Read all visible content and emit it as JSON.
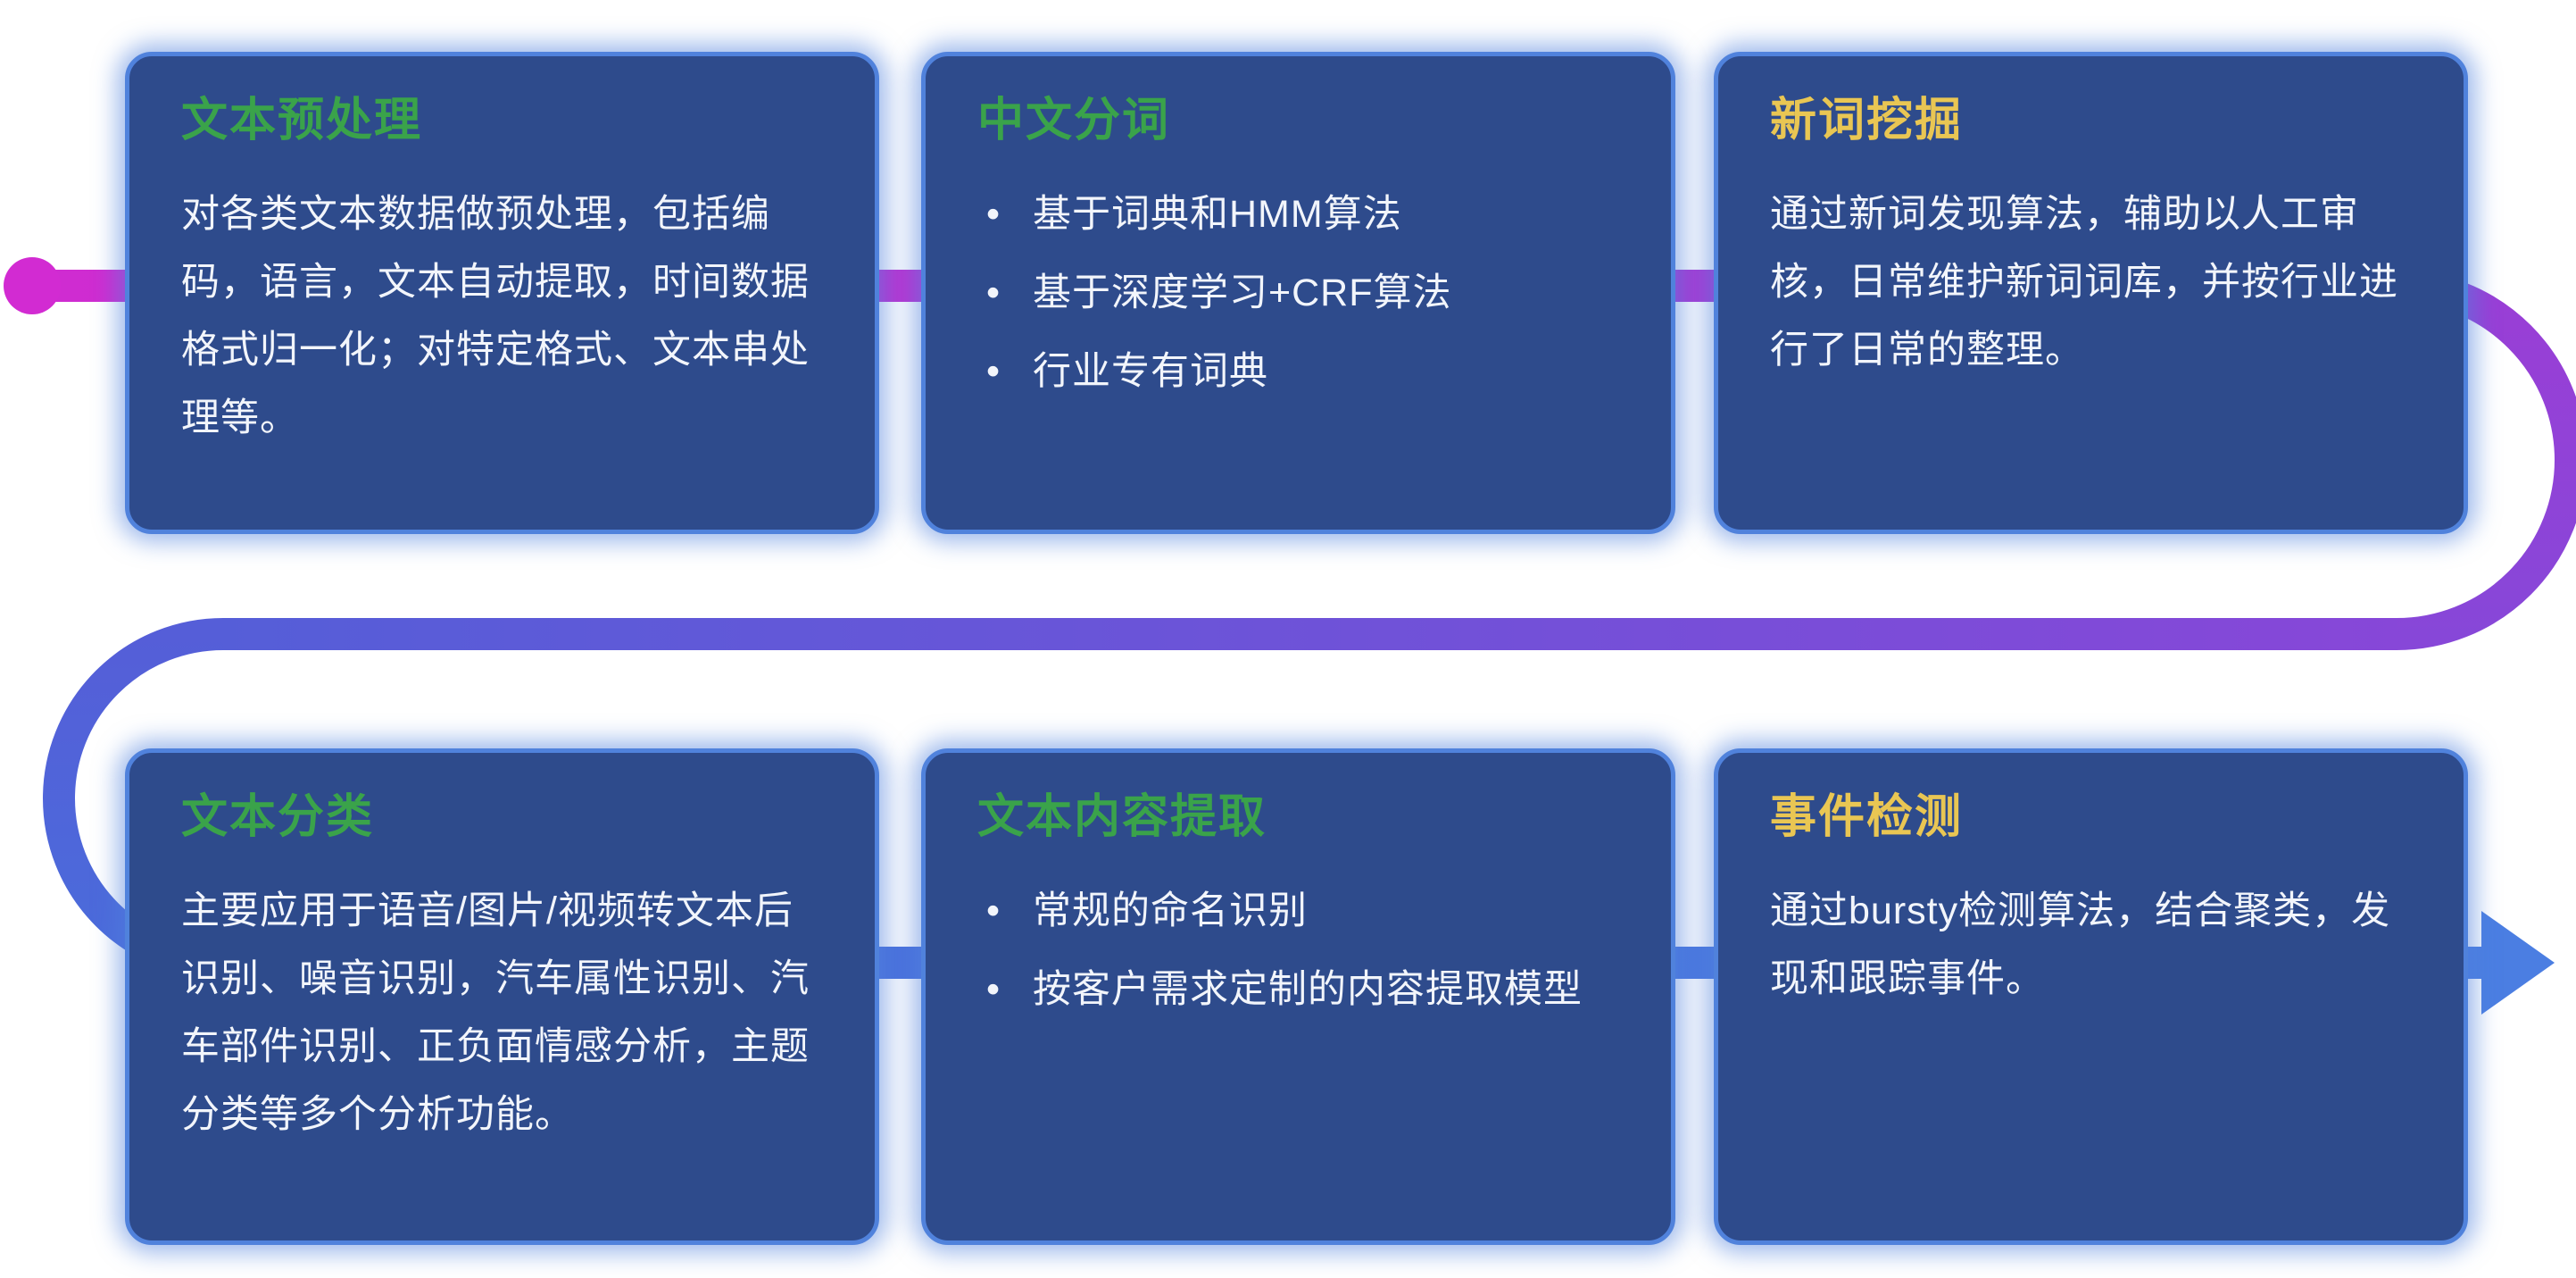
{
  "page": {
    "background_color": "#ffffff"
  },
  "flow": {
    "description": "s-shaped pipeline connector",
    "start_dot_color": "#d22bd2",
    "gradient_colors": {
      "magenta": "#d02cd1",
      "purple": "#8a46d8",
      "blue": "#4b7ee2"
    }
  },
  "cards": [
    {
      "title": "文本预处理",
      "title_color": "#3aa34a",
      "body": "对各类文本数据做预处理，包括编码，语言，文本自动提取，时间数据格式归一化；对特定格式、文本串处理等。"
    },
    {
      "title": "中文分词",
      "title_color": "#3aa34a",
      "bullets": [
        "基于词典和HMM算法",
        "基于深度学习+CRF算法",
        "行业专有词典"
      ]
    },
    {
      "title": "新词挖掘",
      "title_color": "#e9c653",
      "body": "通过新词发现算法，辅助以人工审核，日常维护新词词库，并按行业进行了日常的整理。"
    },
    {
      "title": "文本分类",
      "title_color": "#3aa34a",
      "body": "主要应用于语音/图片/视频转文本后识别、噪音识别，汽车属性识别、汽车部件识别、正负面情感分析，主题分类等多个分析功能。"
    },
    {
      "title": "文本内容提取",
      "title_color": "#3aa34a",
      "bullets": [
        "常规的命名识别",
        "按客户需求定制的内容提取模型"
      ]
    },
    {
      "title": "事件检测",
      "title_color": "#e9c653",
      "body": "通过bursty检测算法，结合聚类，发现和跟踪事件。"
    }
  ]
}
